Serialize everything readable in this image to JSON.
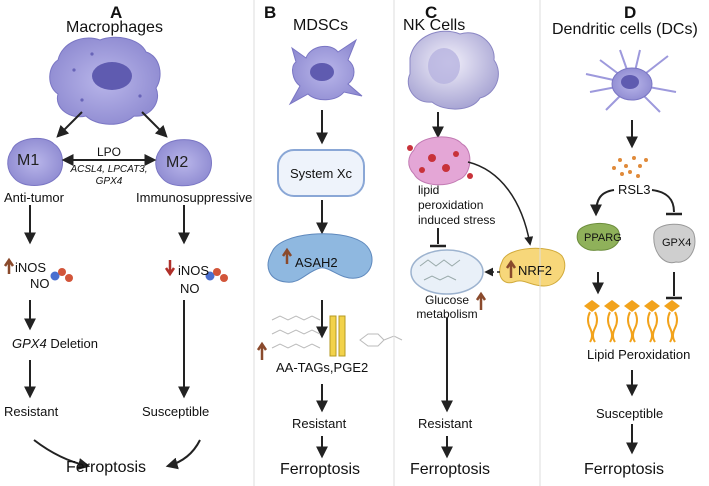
{
  "panelA": {
    "letter": "A",
    "title": "Macrophages",
    "m1": "M1",
    "m2": "M2",
    "lpo": "LPO",
    "lpo_genes_1": "ACSL4, LPCAT3,",
    "lpo_genes_2": "GPX4",
    "m1_label": "Anti-tumor",
    "m2_label": "Immunosuppressive",
    "inos": "iNOS",
    "no": "NO",
    "gpx4": "GPX4",
    "deletion": "Deletion",
    "resistant": "Resistant",
    "susceptible": "Susceptible",
    "ferroptosis": "Ferroptosis"
  },
  "panelB": {
    "letter": "B",
    "title": "MDSCs",
    "system_xc": "System Xc",
    "asah2": "ASAH2",
    "aa_tags": "AA-TAGs,PGE2",
    "resistant": "Resistant",
    "ferroptosis": "Ferroptosis"
  },
  "panelC": {
    "letter": "C",
    "title": "NK Cells",
    "stress_1": "lipid",
    "stress_2": "peroxidation",
    "stress_3": "induced stress",
    "nrf2": "NRF2",
    "glucose_1": "Glucose",
    "glucose_2": "metabolism",
    "resistant": "Resistant",
    "ferroptosis": "Ferroptosis"
  },
  "panelD": {
    "letter": "D",
    "title": "Dendritic cells (DCs)",
    "rsl3": "RSL3",
    "pparg": "PPARG",
    "gpx4": "GPX4",
    "lipid_perox": "Lipid Peroxidation",
    "susceptible": "Susceptible",
    "ferroptosis": "Ferroptosis"
  },
  "colors": {
    "cell_purple": "#8b87cf",
    "nucleus": "#5f5bb0",
    "up_arrow": "#8a4a2c",
    "down_arrow": "#b0302a",
    "asah2_fill": "#8fb8e0",
    "nrf2_fill": "#f7d77a",
    "pparg_fill": "#8fb15a",
    "gpx4_fill": "#cfcfcf",
    "lipid_orange": "#f2a31c",
    "nk_pink": "#e4a6d6",
    "rsl3_dots": "#e08a3a"
  }
}
